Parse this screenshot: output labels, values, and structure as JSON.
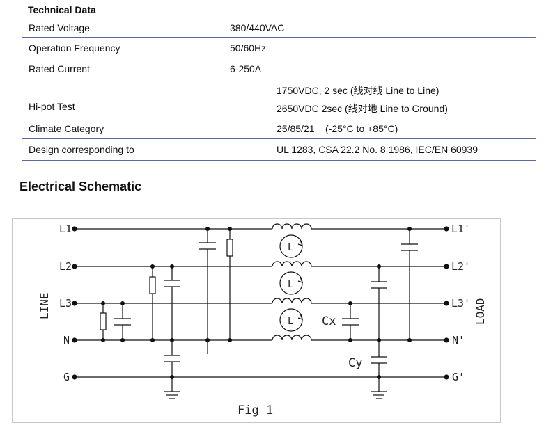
{
  "technical_data": {
    "title": "Technical Data",
    "rows": [
      {
        "label": "Rated Voltage",
        "value": "380/440VAC"
      },
      {
        "label": "Operation Frequency",
        "value": "50/60Hz"
      },
      {
        "label": "Rated Current",
        "value": "6-250A"
      },
      {
        "label": "Hi-pot Test",
        "value_line1": "1750VDC, 2 sec (线对线 Line to Line)",
        "value_line2": "2650VDC 2sec (线对地 Line to Ground)"
      },
      {
        "label": "Climate Category",
        "value": "25/85/21    (-25°C to +85°C)"
      },
      {
        "label": "Design corresponding to",
        "value": "UL 1283, CSA 22.2 No. 8 1986, IEC/EN 60939"
      }
    ]
  },
  "schematic": {
    "title": "Electrical Schematic",
    "inputs": [
      "L1",
      "L2",
      "L3",
      "N",
      "G"
    ],
    "outputs": [
      "L1'",
      "L2'",
      "L3'",
      "N'",
      "G'"
    ],
    "side_left": "LINE",
    "side_right": "LOAD",
    "inductor_label": "L",
    "cx_label": "Cx",
    "cy_label": "Cy",
    "figure_label": "Fig 1"
  }
}
